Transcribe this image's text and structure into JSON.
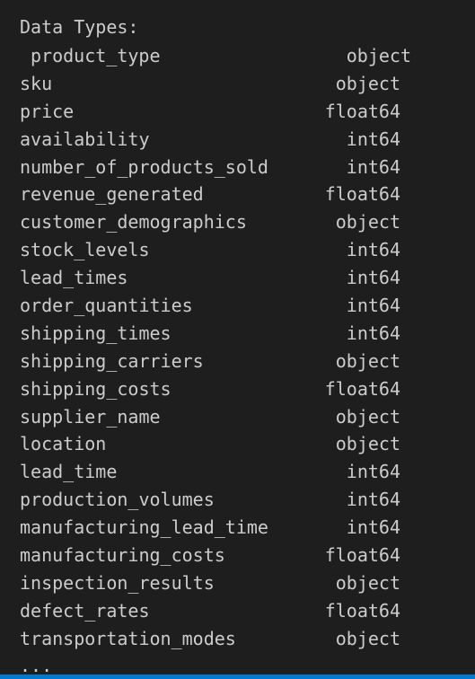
{
  "output": {
    "header": "Data Types:",
    "dtypes": [
      {
        "column": "product_type",
        "dtype": "object"
      },
      {
        "column": "sku",
        "dtype": "object"
      },
      {
        "column": "price",
        "dtype": "float64"
      },
      {
        "column": "availability",
        "dtype": "int64"
      },
      {
        "column": "number_of_products_sold",
        "dtype": "int64"
      },
      {
        "column": "revenue_generated",
        "dtype": "float64"
      },
      {
        "column": "customer_demographics",
        "dtype": "object"
      },
      {
        "column": "stock_levels",
        "dtype": "int64"
      },
      {
        "column": "lead_times",
        "dtype": "int64"
      },
      {
        "column": "order_quantities",
        "dtype": "int64"
      },
      {
        "column": "shipping_times",
        "dtype": "int64"
      },
      {
        "column": "shipping_carriers",
        "dtype": "object"
      },
      {
        "column": "shipping_costs",
        "dtype": "float64"
      },
      {
        "column": "supplier_name",
        "dtype": "object"
      },
      {
        "column": "location",
        "dtype": "object"
      },
      {
        "column": "lead_time",
        "dtype": "int64"
      },
      {
        "column": "production_volumes",
        "dtype": "int64"
      },
      {
        "column": "manufacturing_lead_time",
        "dtype": "int64"
      },
      {
        "column": "manufacturing_costs",
        "dtype": "float64"
      },
      {
        "column": "inspection_results",
        "dtype": "object"
      },
      {
        "column": "defect_rates",
        "dtype": "float64"
      },
      {
        "column": "transportation_modes",
        "dtype": "object"
      }
    ],
    "ellipsis": "..."
  },
  "colors": {
    "background": "#1e1e1e",
    "text": "#cccccc",
    "status_bar": "#007acc"
  }
}
